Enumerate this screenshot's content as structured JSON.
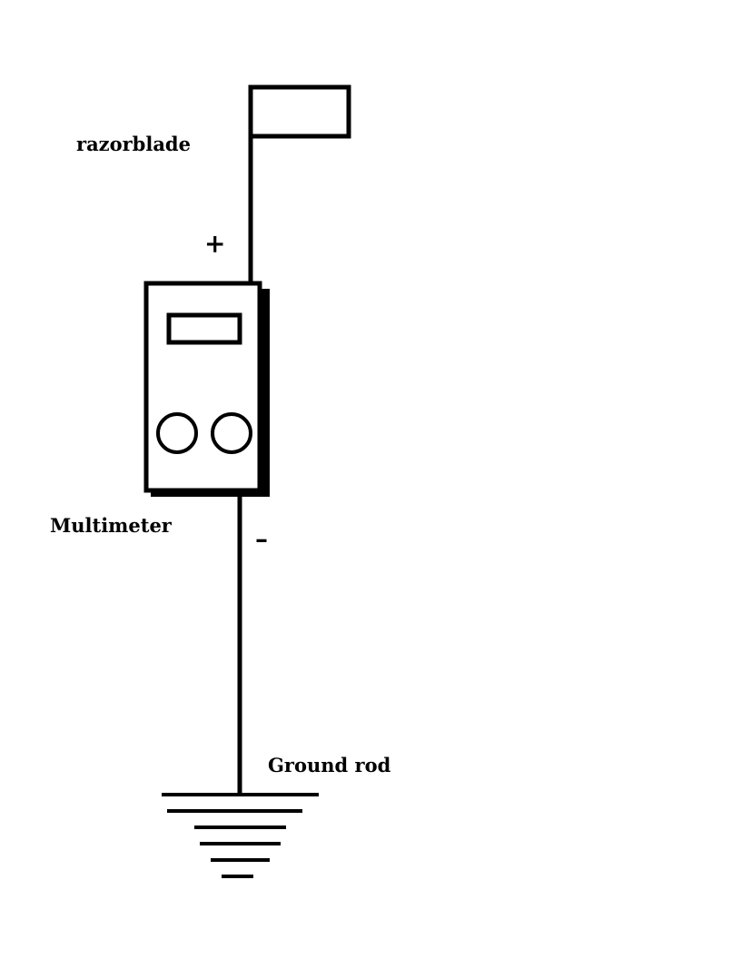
{
  "labels": {
    "razorblade": "razorblade",
    "multimeter": "Multimeter",
    "ground_rod": "Ground rod",
    "positive": "+",
    "negative": "–"
  },
  "colors": {
    "stroke": "#000000",
    "background": "#ffffff"
  }
}
